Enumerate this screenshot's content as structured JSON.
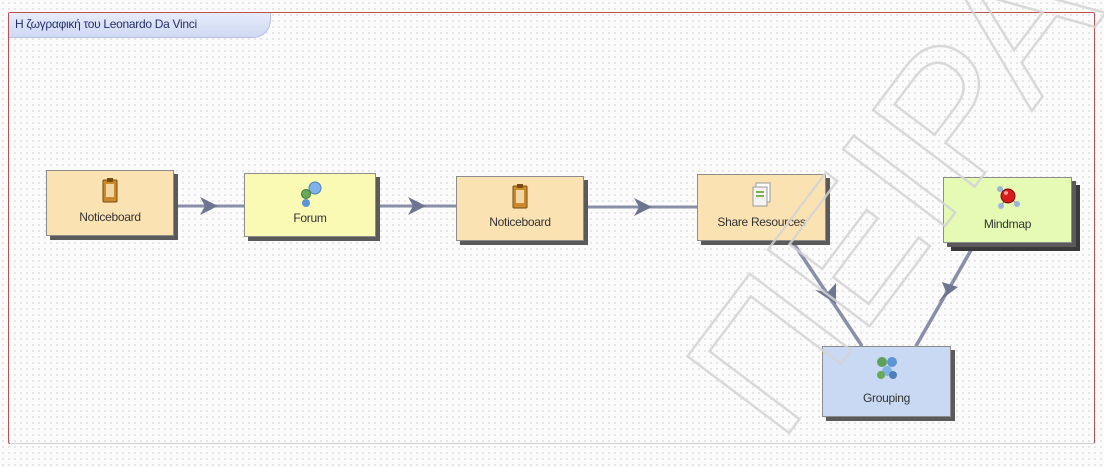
{
  "sequence": {
    "title": "Η ζωγραφική του Leonardo Da Vinci"
  },
  "nodes": [
    {
      "id": "notice1",
      "label": "Noticeboard",
      "icon": "noticeboard-icon",
      "fill": "#fbe2b3"
    },
    {
      "id": "forum",
      "label": "Forum",
      "icon": "forum-icon",
      "fill": "#fafab4"
    },
    {
      "id": "notice2",
      "label": "Noticeboard",
      "icon": "noticeboard-icon",
      "fill": "#fbe2b3"
    },
    {
      "id": "share",
      "label": "Share Resources",
      "icon": "share-resources-icon",
      "fill": "#fbe2b3"
    },
    {
      "id": "grouping",
      "label": "Grouping",
      "icon": "grouping-icon",
      "fill": "#cad9f3"
    },
    {
      "id": "mindmap",
      "label": "Mindmap",
      "icon": "mindmap-icon",
      "fill": "#e5fbb3"
    }
  ],
  "edges": [
    {
      "from": "notice1",
      "to": "forum"
    },
    {
      "from": "forum",
      "to": "notice2"
    },
    {
      "from": "notice2",
      "to": "share"
    },
    {
      "from": "share",
      "to": "grouping"
    },
    {
      "from": "grouping",
      "to": "mindmap"
    }
  ],
  "watermark": {
    "text": "ΠΕΙΡΑΙΑ"
  },
  "colors": {
    "frame_border": "#c05050",
    "edge": "#8a8fa8",
    "arrowhead": "#6f7590"
  }
}
